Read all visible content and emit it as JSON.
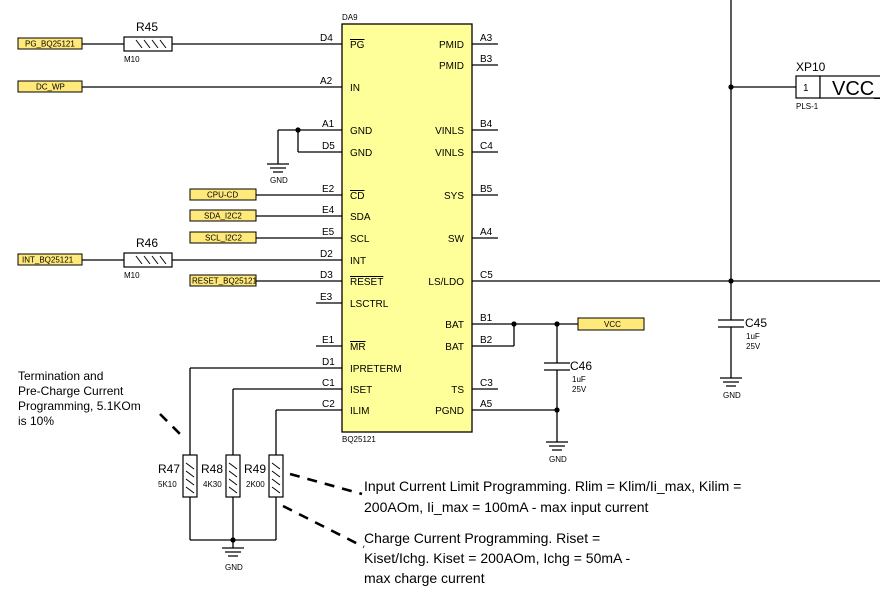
{
  "colors": {
    "chip_fill": "#ffff99",
    "net_label_fill": "#ffe97a",
    "wire": "#000000"
  },
  "chip": {
    "ref": "DA9",
    "part": "BQ25121",
    "left_pins": [
      {
        "num": "D4",
        "label": "PG",
        "overbar": true
      },
      {
        "num": "A2",
        "label": "IN",
        "overbar": false
      },
      {
        "num": "A1",
        "label": "GND",
        "overbar": false
      },
      {
        "num": "D5",
        "label": "GND",
        "overbar": false
      },
      {
        "num": "E2",
        "label": "CD",
        "overbar": true
      },
      {
        "num": "E4",
        "label": "SDA",
        "overbar": false
      },
      {
        "num": "E5",
        "label": "SCL",
        "overbar": false
      },
      {
        "num": "D2",
        "label": "INT",
        "overbar": false
      },
      {
        "num": "D3",
        "label": "RESET",
        "overbar": true
      },
      {
        "num": "E3",
        "label": "LSCTRL",
        "overbar": false
      },
      {
        "num": "E1",
        "label": "MR",
        "overbar": true
      },
      {
        "num": "D1",
        "label": "IPRETERM",
        "overbar": false
      },
      {
        "num": "C1",
        "label": "ISET",
        "overbar": false
      },
      {
        "num": "C2",
        "label": "ILIM",
        "overbar": false
      }
    ],
    "right_pins": [
      {
        "num": "A3",
        "label": "PMID"
      },
      {
        "num": "B3",
        "label": "PMID"
      },
      {
        "num": "B4",
        "label": "VINLS"
      },
      {
        "num": "C4",
        "label": "VINLS"
      },
      {
        "num": "B5",
        "label": "SYS"
      },
      {
        "num": "A4",
        "label": "SW"
      },
      {
        "num": "C5",
        "label": "LS/LDO"
      },
      {
        "num": "B1",
        "label": "BAT"
      },
      {
        "num": "B2",
        "label": "BAT"
      },
      {
        "num": "C3",
        "label": "TS"
      },
      {
        "num": "A5",
        "label": "PGND"
      }
    ]
  },
  "net_labels": {
    "pg": "PG_BQ25121",
    "dcwp": "DC_WP",
    "cpucd": "CPU-CD",
    "sda": "SDA_I2C2",
    "scl": "SCL_I2C2",
    "int": "INT_BQ25121",
    "reset": "RESET_BQ25121",
    "vcc": "VCC"
  },
  "resistors": {
    "r45": {
      "ref": "R45",
      "value": "M10"
    },
    "r46": {
      "ref": "R46",
      "value": "M10"
    },
    "r47": {
      "ref": "R47",
      "value": "5K10"
    },
    "r48": {
      "ref": "R48",
      "value": "4K30"
    },
    "r49": {
      "ref": "R49",
      "value": "2K00"
    }
  },
  "capacitors": {
    "c45": {
      "ref": "C45",
      "value": "1uF",
      "voltage": "25V"
    },
    "c46": {
      "ref": "C46",
      "value": "1uF",
      "voltage": "25V"
    }
  },
  "connector": {
    "ref": "XP10",
    "pin": "1",
    "type": "PLS-1",
    "net": "VCC_"
  },
  "ground_label": "GND",
  "notes": {
    "termination": [
      "Termination and",
      "Pre-Charge Current",
      "Programming, 5.1KOm",
      "is 10%"
    ],
    "input_limit": [
      "Input Current Limit Programming. Rlim = Klim/Ii_max, Kilim =",
      "200AOm, Ii_max = 100mA - max input current"
    ],
    "charge_current": [
      "Charge Current Programming. Riset =",
      "Kiset/Ichg. Kiset = 200AOm, Ichg = 50mA -",
      "max charge current"
    ]
  }
}
